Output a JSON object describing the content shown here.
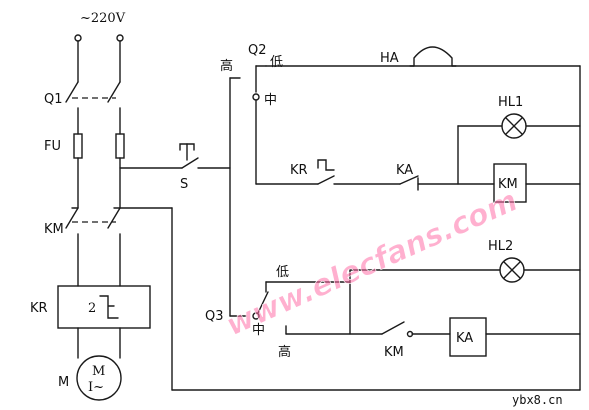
{
  "supply": {
    "label": "~220V"
  },
  "labels": {
    "q1": "Q1",
    "fu": "FU",
    "km_main": "KM",
    "kr": "KR",
    "kr_num": "2",
    "motor_m": "M",
    "motor_inner_m": "M",
    "motor_inner_sub": "I~",
    "s": "S",
    "q2": "Q2",
    "q2_high": "高",
    "q2_low": "低",
    "q2_mid": "中",
    "q3": "Q3",
    "q3_low": "低",
    "q3_mid": "中",
    "q3_high": "高",
    "ha": "HA",
    "hl1": "HL1",
    "hl2": "HL2",
    "kr_contact": "KR",
    "ka_contact": "KA",
    "km_coil": "KM",
    "km_contact": "KM",
    "ka_coil": "KA"
  },
  "watermark": {
    "text": "www.elecfans.com"
  },
  "site": {
    "text": "ybx8.cn"
  }
}
